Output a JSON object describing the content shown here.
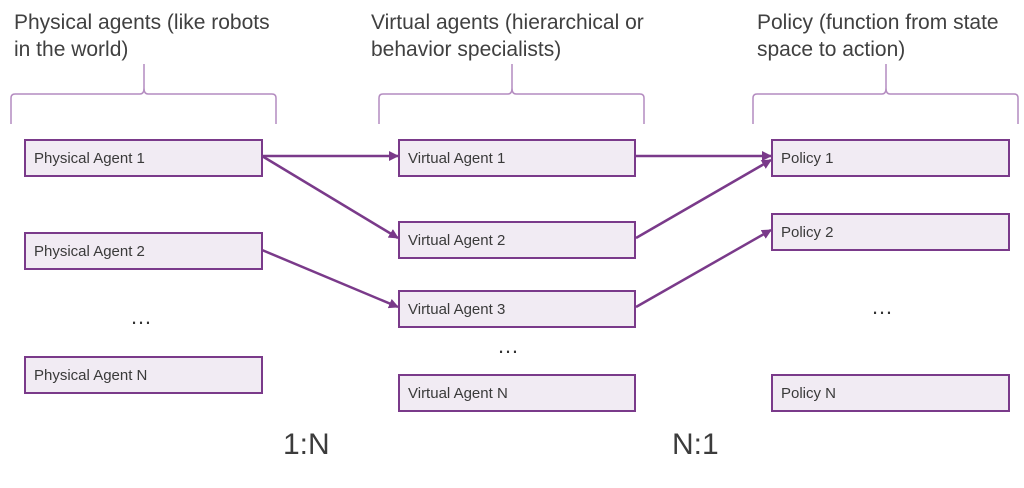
{
  "columns": {
    "physical": {
      "heading": "Physical agents (like robots\nin the world)",
      "items": [
        "Physical Agent 1",
        "Physical Agent 2",
        "Physical Agent N"
      ],
      "ellipsis": "…"
    },
    "virtual": {
      "heading": "Virtual agents (hierarchical or\nbehavior specialists)",
      "items": [
        "Virtual Agent 1",
        "Virtual Agent 2",
        "Virtual Agent 3",
        "Virtual Agent N"
      ],
      "ellipsis": "…"
    },
    "policy": {
      "heading": "Policy (function from state\nspace to action)",
      "items": [
        "Policy 1",
        "Policy 2",
        "Policy N"
      ],
      "ellipsis": "…"
    }
  },
  "ratios": {
    "left": "1:N",
    "right": "N:1"
  },
  "colors": {
    "accent": "#7a3a8a",
    "box_fill": "#f1ebf3",
    "brace": "#b48cc0"
  }
}
